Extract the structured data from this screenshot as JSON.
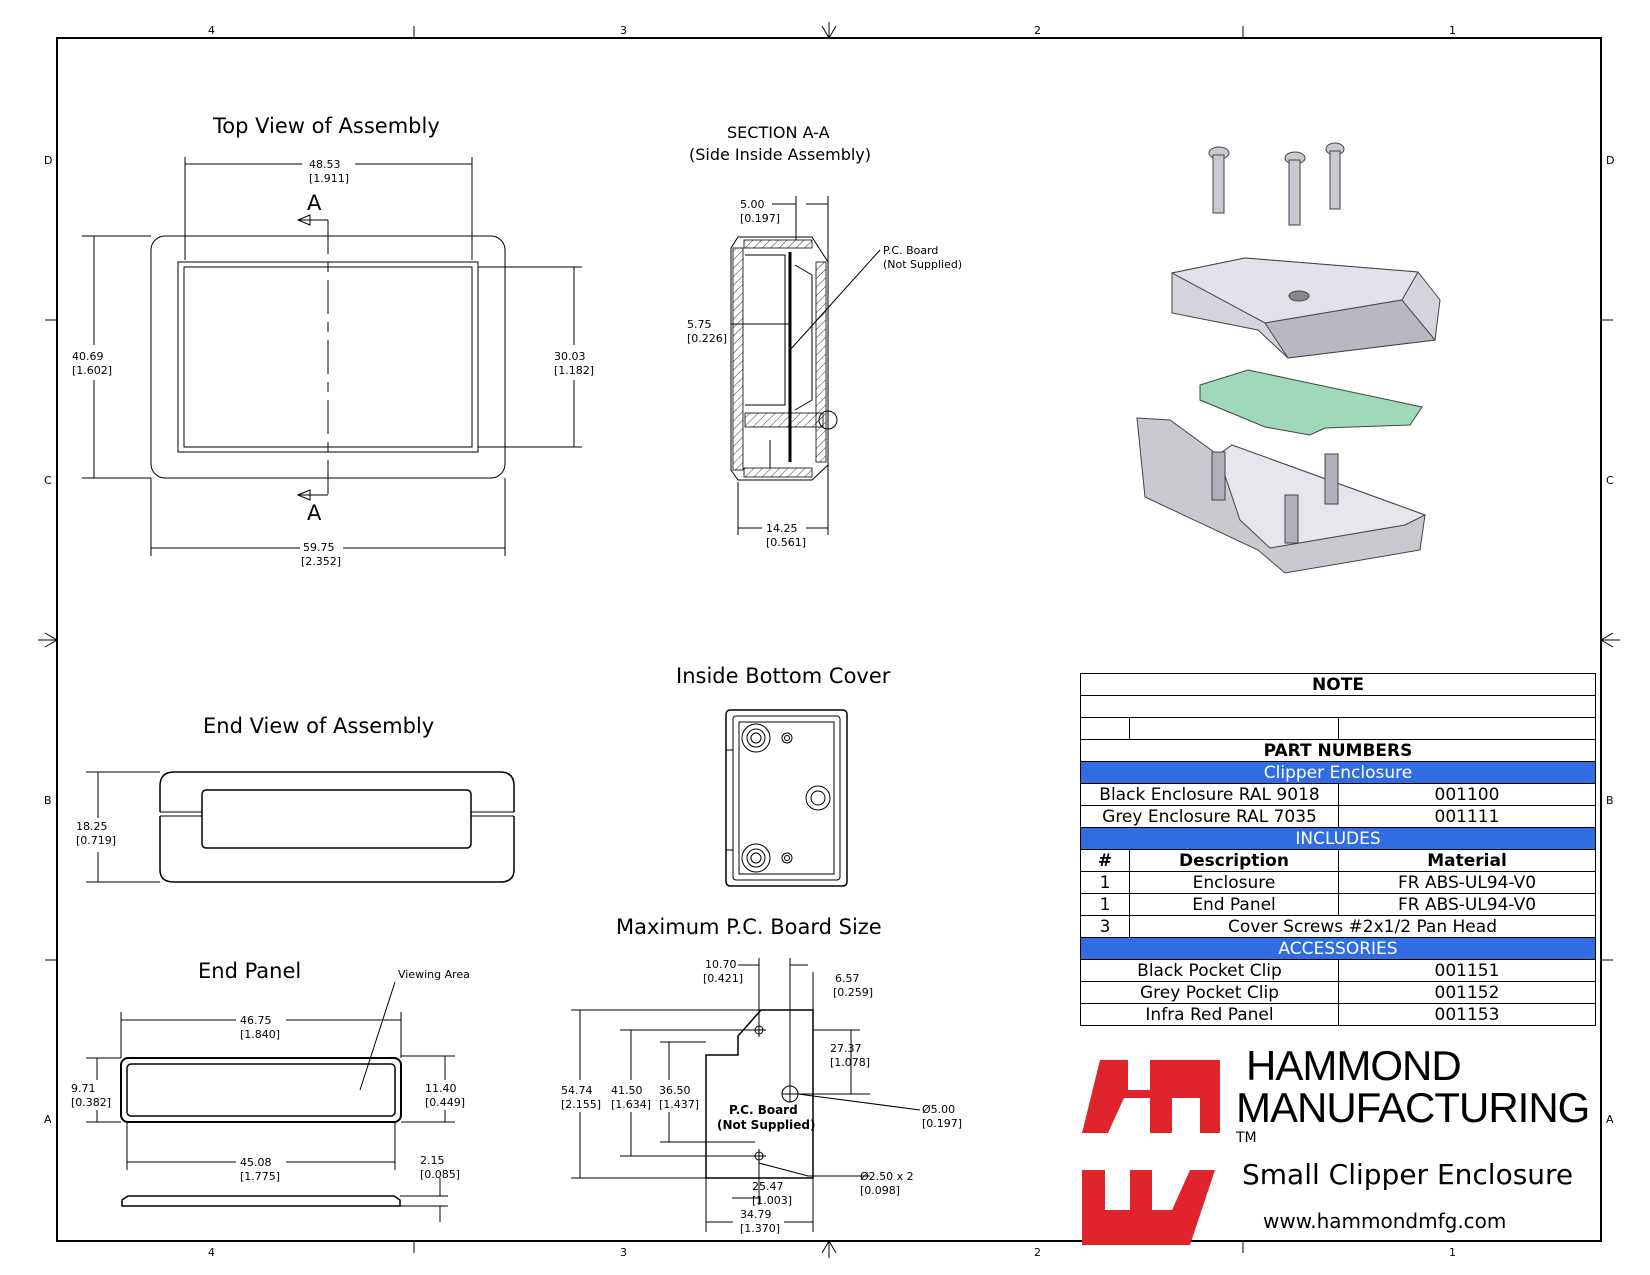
{
  "zones": {
    "columns": [
      "4",
      "3",
      "2",
      "1"
    ],
    "rows": [
      "D",
      "C",
      "B",
      "A"
    ]
  },
  "views": {
    "top": {
      "title": "Top View of Assembly",
      "section_marker": "A",
      "dims": {
        "width_inner": [
          "48.53",
          "[1.911]"
        ],
        "height_outer": [
          "40.69",
          "[1.602]"
        ],
        "height_inner": [
          "30.03",
          "[1.182]"
        ],
        "width_outer": [
          "59.75",
          "[2.352]"
        ]
      }
    },
    "section": {
      "title_line1": "SECTION  A-A",
      "title_line2": "(Side  Inside Assembly)",
      "pcb_label_line1": "P.C. Board",
      "pcb_label_line2": "(Not Supplied)",
      "dims": {
        "top": [
          "5.00",
          "[0.197]"
        ],
        "side": [
          "5.75",
          "[0.226]"
        ],
        "width": [
          "14.25",
          "[0.561]"
        ]
      }
    },
    "end": {
      "title": "End View of Assembly",
      "dims": {
        "height": [
          "18.25",
          "[0.719]"
        ]
      }
    },
    "bottom_cover": {
      "title": "Inside Bottom Cover"
    },
    "end_panel": {
      "title": "End Panel",
      "viewing_area": "Viewing Area",
      "dims": {
        "width_outer": [
          "46.75",
          "[1.840]"
        ],
        "height_outer": [
          "9.71",
          "[0.382]"
        ],
        "height_right": [
          "11.40",
          "[0.449]"
        ],
        "width_inner": [
          "45.08",
          "[1.775]"
        ],
        "thickness": [
          "2.15",
          "[0.085]"
        ]
      }
    },
    "pcb": {
      "title": "Maximum P.C. Board Size",
      "board_label_line1": "P.C. Board",
      "board_label_line2": "(Not Supplied)",
      "dims": {
        "notch_w": [
          "10.70",
          "[0.421]"
        ],
        "right_w": [
          "6.57",
          "[0.259]"
        ],
        "hole_y": [
          "27.37",
          "[1.078]"
        ],
        "height": [
          "54.74",
          "[2.155]"
        ],
        "h2": [
          "41.50",
          "[1.634]"
        ],
        "h3": [
          "36.50",
          "[1.437]"
        ],
        "big_hole": [
          "Ø5.00",
          "[0.197]"
        ],
        "small_holes": [
          "Ø2.50 x 2",
          "[0.098]"
        ],
        "w1": [
          "25.47",
          "[1.003]"
        ],
        "w2": [
          "34.79",
          "[1.370]"
        ]
      }
    }
  },
  "table": {
    "note_title": "NOTE",
    "part_numbers_title": "PART NUMBERS",
    "product_band": "Clipper Enclosure",
    "parts": [
      {
        "desc": "Black Enclosure RAL 9018",
        "number": "001100"
      },
      {
        "desc": "Grey Enclosure RAL 7035",
        "number": "001111"
      }
    ],
    "includes_band": "INCLUDES",
    "includes_header": {
      "num": "#",
      "desc": "Description",
      "material": "Material"
    },
    "includes": [
      {
        "num": "1",
        "desc": "Enclosure",
        "material": "FR ABS-UL94-V0"
      },
      {
        "num": "1",
        "desc": "End Panel",
        "material": "FR ABS-UL94-V0"
      }
    ],
    "screws": {
      "num": "3",
      "desc": "Cover Screws #2x1/2 Pan Head"
    },
    "accessories_band": "ACCESSORIES",
    "accessories": [
      {
        "desc": "Black Pocket Clip",
        "number": "001151"
      },
      {
        "desc": "Grey Pocket Clip",
        "number": "001152"
      },
      {
        "desc": "Infra Red Panel",
        "number": "001153"
      }
    ]
  },
  "brand": {
    "line1": "HAMMOND",
    "line2": "MANUFACTURING",
    "trademark": "TM",
    "product_name": "Small Clipper Enclosure",
    "website": "www.hammondmfg.com",
    "logo_color": "#e0242b"
  },
  "colors": {
    "band_blue": "#2f6de0",
    "pcb_green": "#9fd9b8",
    "part_grey": "#c9c9d0"
  }
}
